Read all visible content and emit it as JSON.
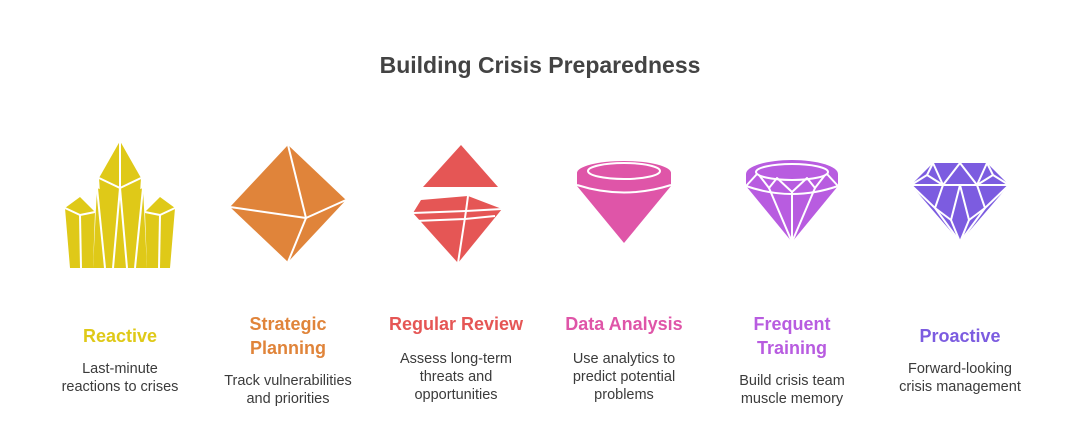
{
  "title": "Building Crisis Preparedness",
  "stages": [
    {
      "title_lines": [
        "Reactive"
      ],
      "desc_lines": [
        "Last-minute",
        "reactions to crises"
      ],
      "color": "#DFC918",
      "icon": "crystal-cluster-icon"
    },
    {
      "title_lines": [
        "Strategic",
        "Planning"
      ],
      "desc_lines": [
        "Track vulnerabilities",
        "and priorities"
      ],
      "color": "#E0843A",
      "icon": "octahedron-gem-icon"
    },
    {
      "title_lines": [
        "Regular Review"
      ],
      "desc_lines": [
        "Assess long-term",
        "threats and",
        "opportunities"
      ],
      "color": "#E55655",
      "icon": "split-gem-icon"
    },
    {
      "title_lines": [
        "Data Analysis"
      ],
      "desc_lines": [
        "Use analytics to",
        "predict potential",
        "problems"
      ],
      "color": "#DF55A8",
      "icon": "cone-gem-icon"
    },
    {
      "title_lines": [
        "Frequent",
        "Training"
      ],
      "desc_lines": [
        "Build crisis team",
        "muscle memory"
      ],
      "color": "#B85CE0",
      "icon": "faceted-gem-icon"
    },
    {
      "title_lines": [
        "Proactive"
      ],
      "desc_lines": [
        "Forward-looking",
        "crisis management"
      ],
      "color": "#7C5CE0",
      "icon": "diamond-icon"
    }
  ]
}
